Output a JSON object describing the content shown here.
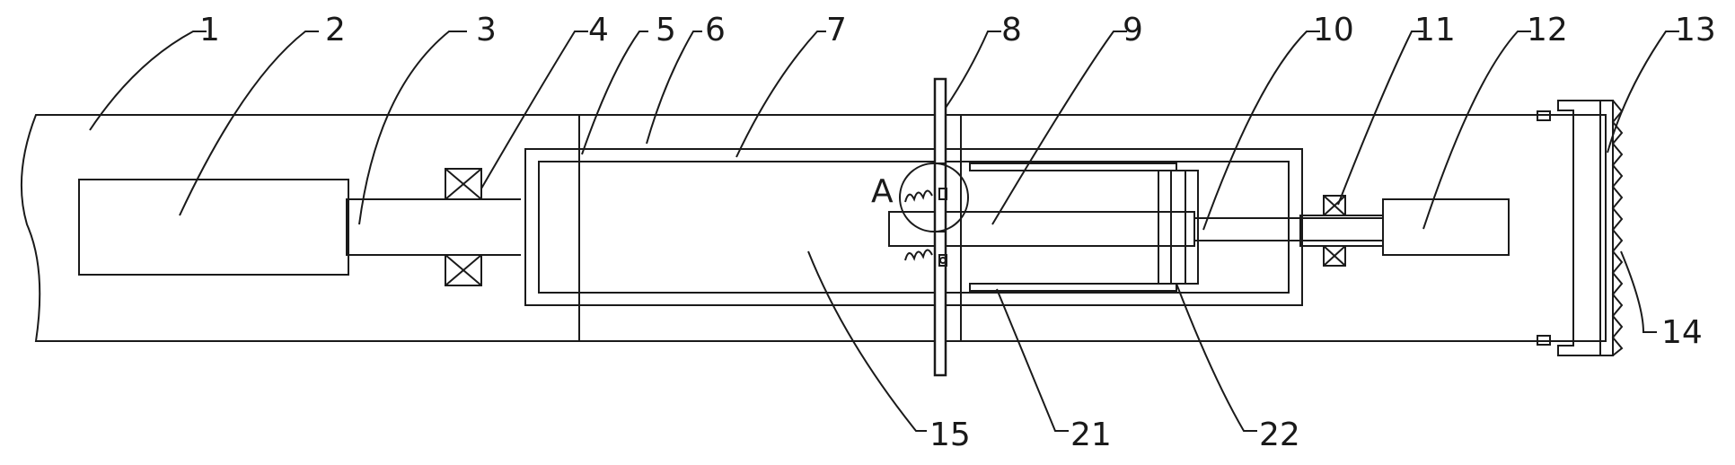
{
  "labels": {
    "l1": "1",
    "l2": "2",
    "l3": "3",
    "l4": "4",
    "l5": "5",
    "l6": "6",
    "l7": "7",
    "l8": "8",
    "l9": "9",
    "l10": "10",
    "l11": "11",
    "l12": "12",
    "l13": "13",
    "l14": "14",
    "l15": "15",
    "l21": "21",
    "l22": "22",
    "detail": "A"
  },
  "colors": {
    "line": "#1a1a1a",
    "background": "#ffffff"
  }
}
